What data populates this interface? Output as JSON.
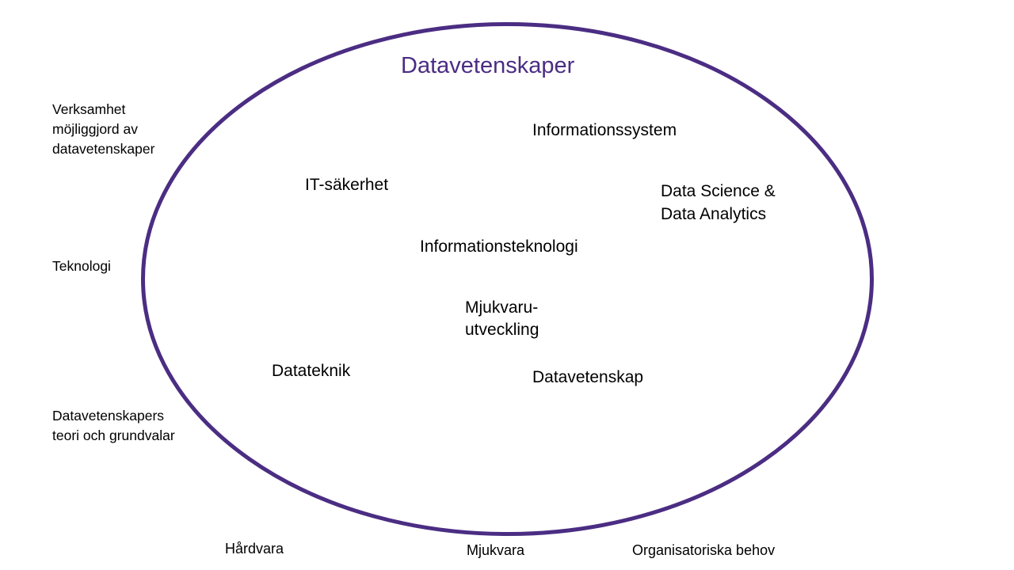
{
  "diagram": {
    "title": "Datavetenskaper",
    "colors": {
      "ellipse_stroke": "#4b2d83",
      "title": "#4b2d83",
      "text": "#000000",
      "background": "#ffffff"
    },
    "inner_labels": [
      {
        "id": "informationssystem",
        "lines": [
          "Informationssystem"
        ]
      },
      {
        "id": "it-sakerhet",
        "lines": [
          "IT-säkerhet"
        ]
      },
      {
        "id": "data-science",
        "lines": [
          "Data Science &",
          "Data Analytics"
        ]
      },
      {
        "id": "informationsteknologi",
        "lines": [
          "Informationsteknologi"
        ]
      },
      {
        "id": "mjukvaruutveckling",
        "lines": [
          "Mjukvaru-",
          "utveckling"
        ]
      },
      {
        "id": "datateknik",
        "lines": [
          "Datateknik"
        ]
      },
      {
        "id": "datavetenskap",
        "lines": [
          "Datavetenskap"
        ]
      }
    ],
    "left_axis": [
      {
        "id": "verksamhet",
        "lines": [
          "Verksamhet",
          "möjliggjord av",
          "datavetenskaper"
        ]
      },
      {
        "id": "teknologi",
        "lines": [
          "Teknologi"
        ]
      },
      {
        "id": "teori",
        "lines": [
          "Datavetenskapers",
          "teori och grundvalar"
        ]
      }
    ],
    "bottom_axis": [
      {
        "id": "hardvara",
        "label": "Hårdvara"
      },
      {
        "id": "mjukvara",
        "label": "Mjukvara"
      },
      {
        "id": "organisatoriska-behov",
        "label": "Organisatoriska behov"
      }
    ]
  }
}
